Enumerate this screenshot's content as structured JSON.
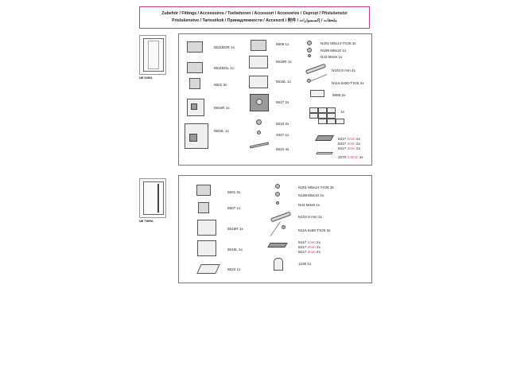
{
  "header": {
    "line1": "Zubehör / Fittings / Accessoires / Toebehoren / Accessori / Accesorios / Osprzęt / Příslušenství",
    "line2": "Príslušenstvo / Tartozékok / Принадлежности / Accesorii / 附件  / ملحقات / إكسسوارات",
    "line2_cjk": "附件",
    "line2_arabic": "إكسسوارات / ملحقات"
  },
  "section1": {
    "thumb_label": "NE D2B/L",
    "items_left": [
      {
        "code": "5511BGR",
        "qty": "1x"
      },
      {
        "code": "5511BGL",
        "qty": "1x"
      },
      {
        "code": "5501",
        "qty": "3x"
      },
      {
        "code": "5504R",
        "qty": "1x"
      },
      {
        "code": "5504L",
        "qty": "1x"
      }
    ],
    "items_mid": [
      {
        "code": "5506",
        "qty": "1x"
      },
      {
        "code": "5515R",
        "qty": "1x"
      },
      {
        "code": "5515L",
        "qty": "1x"
      },
      {
        "code": "5517",
        "qty": "2x"
      },
      {
        "code": "5510",
        "qty": "2x"
      },
      {
        "code": "3327",
        "qty": "1x"
      },
      {
        "code": "5524",
        "qty": "4x"
      }
    ],
    "items_right": [
      {
        "code": "N201 M5x14-TX25",
        "qty": "3x"
      },
      {
        "code": "N199 M6x10",
        "qty": "1x"
      },
      {
        "code": "N43 M4x8",
        "qty": "1x"
      },
      {
        "code": "N104 8 mm",
        "qty": "4x"
      },
      {
        "code": "N116 5x60-TX25",
        "qty": "4x"
      },
      {
        "code": "6885",
        "qty": "2x"
      },
      {
        "code": "",
        "qty": "1x"
      }
    ],
    "shims": [
      {
        "code": "8417",
        "size": "1mm",
        "qty": "2x"
      },
      {
        "code": "8417",
        "size": "2mm",
        "qty": "2x"
      },
      {
        "code": "8417",
        "size": "3mm",
        "qty": "2x"
      },
      {
        "code": "3270",
        "size": "0,5mm",
        "qty": "2x"
      }
    ]
  },
  "section2": {
    "thumb_label": "NE TWR/L",
    "items_left": [
      {
        "code": "5501",
        "qty": "3x"
      },
      {
        "code": "5507",
        "qty": "1x"
      },
      {
        "code": "5516R",
        "qty": "1x"
      },
      {
        "code": "5516L",
        "qty": "1x"
      },
      {
        "code": "5523",
        "qty": "1x"
      }
    ],
    "items_right": [
      {
        "code": "N201 M5x14-TX25",
        "qty": "3x"
      },
      {
        "code": "N199 M6x10",
        "qty": "1x"
      },
      {
        "code": "N43 M4x8",
        "qty": "1x"
      },
      {
        "code": "N104 8 mm",
        "qty": "3x"
      },
      {
        "code": "N116 5x60-TX25",
        "qty": "3x"
      },
      {
        "code": "1230",
        "qty": "1x"
      }
    ],
    "shims": [
      {
        "code": "8417",
        "size": "1mm",
        "qty": "2x"
      },
      {
        "code": "8417",
        "size": "2mm",
        "qty": "2x"
      },
      {
        "code": "8417",
        "size": "3mm",
        "qty": "2x"
      }
    ]
  },
  "colors": {
    "accent": "#d23c8c",
    "border": "#777777"
  }
}
